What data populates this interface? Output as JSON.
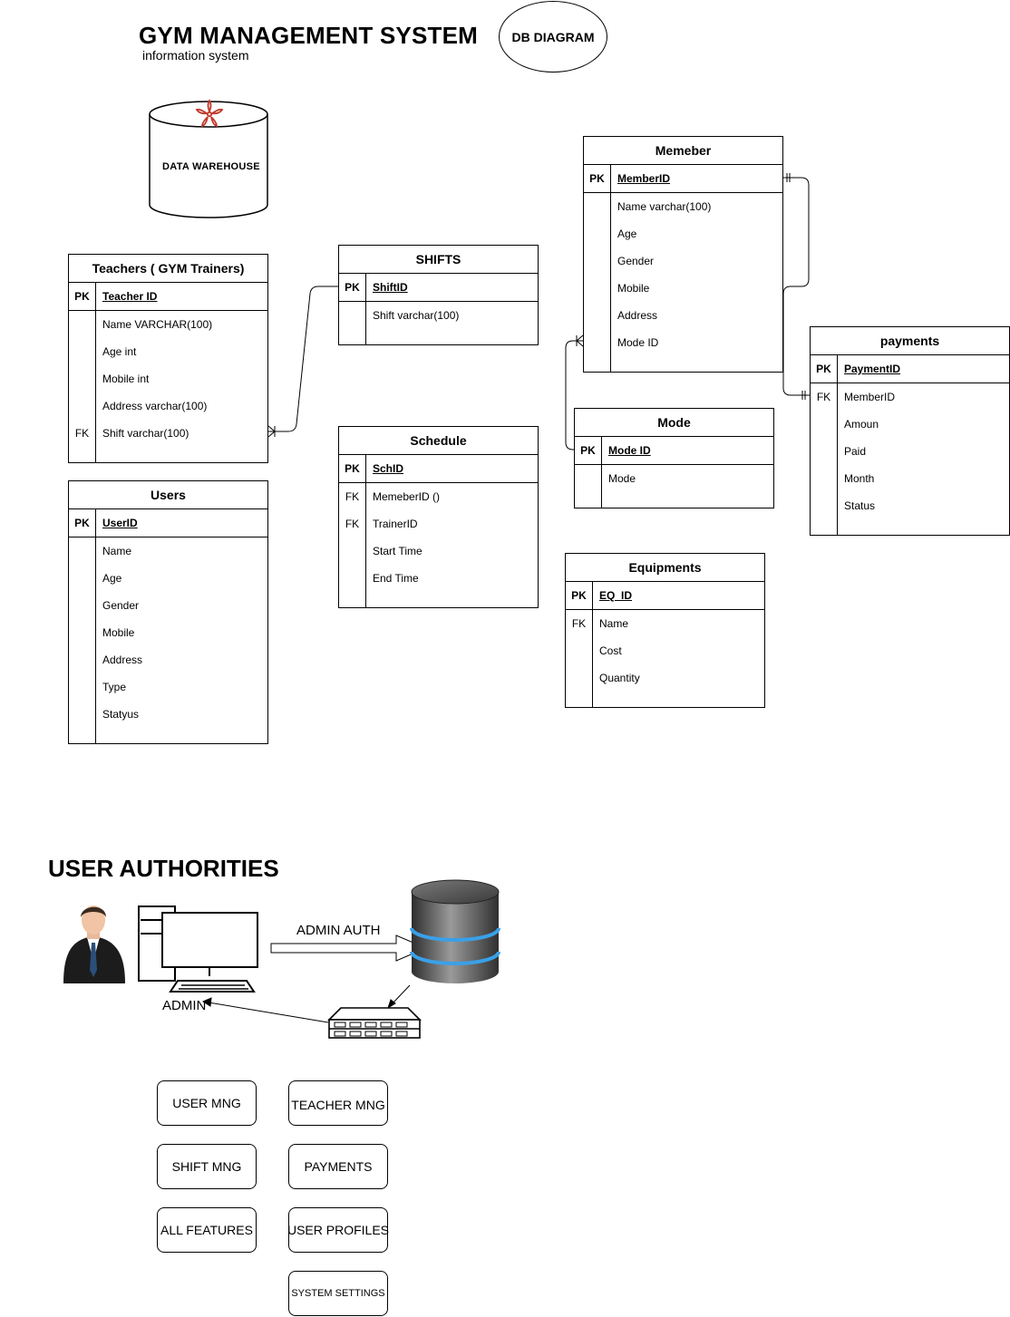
{
  "header": {
    "title": "GYM MANAGEMENT SYSTEM",
    "subtitle": "information system",
    "diagram_label": "DB DIAGRAM"
  },
  "warehouse": {
    "label": "DATA WAREHOUSE"
  },
  "tables": {
    "teachers": {
      "title": "Teachers ( GYM Trainers)",
      "pk": {
        "key": "PK",
        "name": "Teacher ID"
      },
      "fields": [
        {
          "key": "",
          "name": "Name  VARCHAR(100)"
        },
        {
          "key": "",
          "name": "Age int"
        },
        {
          "key": "",
          "name": "Mobile int"
        },
        {
          "key": "",
          "name": "Address varchar(100)"
        },
        {
          "key": "FK",
          "name": "Shift varchar(100)"
        }
      ]
    },
    "shifts": {
      "title": "SHIFTS",
      "pk": {
        "key": "PK",
        "name": "ShiftID"
      },
      "fields": [
        {
          "key": "",
          "name": "Shift varchar(100)"
        }
      ]
    },
    "member": {
      "title": "Memeber",
      "pk": {
        "key": "PK",
        "name": "MemberID"
      },
      "fields": [
        {
          "key": "",
          "name": "Name varchar(100)"
        },
        {
          "key": "",
          "name": "Age"
        },
        {
          "key": "",
          "name": "Gender"
        },
        {
          "key": "",
          "name": "Mobile"
        },
        {
          "key": "",
          "name": "Address"
        },
        {
          "key": "",
          "name": "Mode ID"
        }
      ]
    },
    "payments": {
      "title": "payments",
      "pk": {
        "key": "PK",
        "name": "PaymentID"
      },
      "fields": [
        {
          "key": "FK",
          "name": "MemberID"
        },
        {
          "key": "",
          "name": "Amoun"
        },
        {
          "key": "",
          "name": "Paid"
        },
        {
          "key": "",
          "name": "Month"
        },
        {
          "key": "",
          "name": "Status"
        }
      ]
    },
    "mode": {
      "title": "Mode",
      "pk": {
        "key": "PK",
        "name": "Mode ID"
      },
      "fields": [
        {
          "key": "",
          "name": "Mode"
        }
      ]
    },
    "users": {
      "title": "Users",
      "pk": {
        "key": "PK",
        "name": "UserID"
      },
      "fields": [
        {
          "key": "",
          "name": "Name"
        },
        {
          "key": "",
          "name": "Age"
        },
        {
          "key": "",
          "name": "Gender"
        },
        {
          "key": "",
          "name": "Mobile"
        },
        {
          "key": "",
          "name": "Address"
        },
        {
          "key": "",
          "name": "Type"
        },
        {
          "key": "",
          "name": "Statyus"
        }
      ]
    },
    "schedule": {
      "title": "Schedule",
      "pk": {
        "key": "PK",
        "name": "SchID"
      },
      "fields": [
        {
          "key": "FK",
          "name": "MemeberID  ()"
        },
        {
          "key": "FK",
          "name": "TrainerID"
        },
        {
          "key": "",
          "name": "Start Time"
        },
        {
          "key": "",
          "name": "End Time"
        }
      ]
    },
    "equipments": {
      "title": "Equipments",
      "pk": {
        "key": "PK",
        "name": "EQ_ID"
      },
      "fields": [
        {
          "key": "FK",
          "name": "Name"
        },
        {
          "key": "",
          "name": "Cost"
        },
        {
          "key": "",
          "name": "Quantity"
        }
      ]
    }
  },
  "authorities": {
    "title": "USER AUTHORITIES",
    "arrow_label": "ADMIN AUTH",
    "actor_label": "ADMIN",
    "icons": [
      "businessman-icon",
      "desktop-computer-icon",
      "database-icon",
      "server-icon"
    ],
    "buttons": {
      "user_mng": "USER MNG",
      "teacher_mng": "TEACHER MNG",
      "shift_mng": "SHIFT MNG",
      "payments": "PAYMENTS",
      "all_features": "ALL FEATURES",
      "user_profiles": "USER PROFILES",
      "system_settings": "SYSTEM SETTINGS"
    }
  }
}
